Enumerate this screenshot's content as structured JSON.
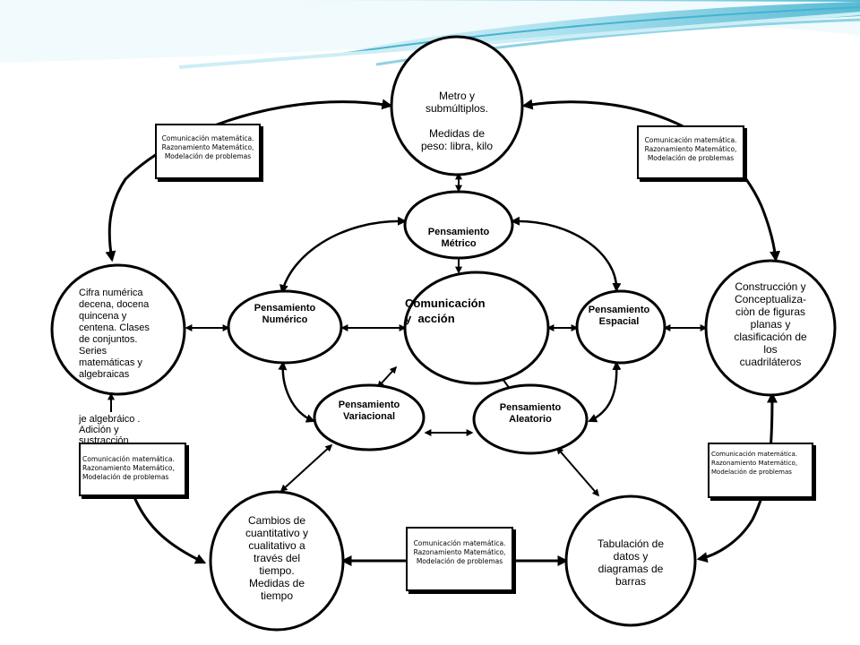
{
  "nodes": {
    "center": {
      "label_1": "Comunicación",
      "label_2": "y  acción"
    },
    "metrico": {
      "label_1": "Pensamiento",
      "label_2": "Métrico"
    },
    "numerico": {
      "label_1": "Pensamiento",
      "label_2": "Numérico"
    },
    "espacial": {
      "label_1": "Pensamiento",
      "label_2": "Espacial"
    },
    "variacional": {
      "label_1": "Pensamiento",
      "label_2": "Variacional"
    },
    "aleatorio": {
      "label_1": "Pensamiento",
      "label_2": "Aleatorio"
    },
    "top": {
      "lines": [
        "Metro y",
        "submúltiplos.",
        "",
        "Medidas de",
        "peso: libra, kilo"
      ]
    },
    "left": {
      "lines": [
        "Cifra numérica",
        "decena, docena",
        "quincena y",
        "centena. Clases",
        "de conjuntos.",
        "Series",
        "matemáticas y",
        "algebraicas"
      ]
    },
    "right": {
      "lines": [
        "Construcción y",
        "Conceptualiza-",
        "ciòn de figuras",
        "planas y",
        "clasificación de",
        "los",
        "cuadriláteros"
      ]
    },
    "bottom_left": {
      "lines": [
        "Cambios de",
        "cuantitativo y",
        "cualitativo a",
        "través del",
        "tiempo.",
        "Medidas de",
        "tiempo"
      ]
    },
    "bottom_right": {
      "lines": [
        "Tabulación de",
        "datos y",
        "diagramas de",
        "barras"
      ]
    }
  },
  "overflow_text": {
    "line_1": "je algebráico .",
    "line_2": "Adición y",
    "line_3": "sustracción"
  },
  "boxes": {
    "line_1": "Comunicación matemática.",
    "line_2": "Razonamiento Matemático,",
    "line_3": "Modelación de problemas"
  },
  "colors": {
    "stroke": "#000000",
    "wave_light": "#cdeef5",
    "wave_mid": "#8fd3e6",
    "wave_dark": "#45b3cf"
  }
}
